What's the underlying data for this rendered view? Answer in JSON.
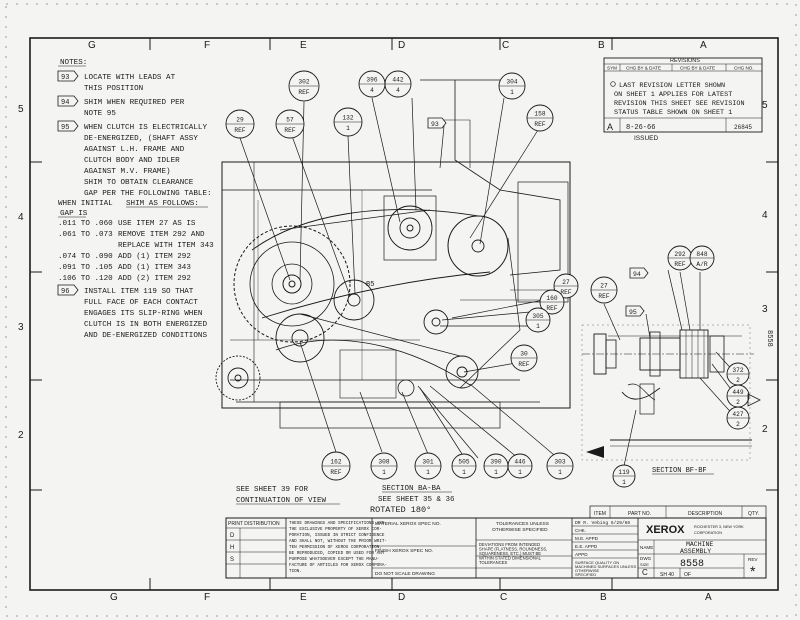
{
  "zone_letters": [
    "G",
    "F",
    "E",
    "D",
    "C",
    "B",
    "A"
  ],
  "zone_numbers_right": [
    "5",
    "4",
    "3",
    "2"
  ],
  "zone_numbers_left": [
    "5",
    "4",
    "3",
    "2"
  ],
  "notes": {
    "heading": "NOTES:",
    "n93_flag": "93",
    "n93": [
      "LOCATE WITH LEADS AT",
      "THIS POSITION"
    ],
    "n94_flag": "94",
    "n94": [
      "SHIM WHEN REQUIRED PER",
      "NOTE 95"
    ],
    "n95_flag": "95",
    "n95": [
      "WHEN CLUTCH IS ELECTRICALLY",
      "DE-ENERGIZED, (SHAFT ASSY",
      "AGAINST L.H. FRAME AND",
      "CLUTCH BODY AND IDLER",
      "AGAINST M.V. FRAME)",
      "SHIM TO OBTAIN CLEARANCE",
      "GAP PER THE FOLLOWING TABLE:"
    ],
    "gap_col1_head": [
      "WHEN INITIAL",
      "GAP IS"
    ],
    "gap_col2_head": "SHIM AS FOLLOWS:",
    "gap_rows": [
      {
        "gap": ".011 TO .060",
        "shim": [
          "USE ITEM 27 AS IS"
        ]
      },
      {
        "gap": ".061 TO .073",
        "shim": [
          "REMOVE ITEM 292 AND",
          "REPLACE WITH ITEM 343"
        ]
      },
      {
        "gap": ".074 TO .090",
        "shim": [
          "ADD (1) ITEM 292"
        ]
      },
      {
        "gap": ".091 TO .105",
        "shim": [
          "ADD (1) ITEM 343"
        ]
      },
      {
        "gap": ".106 TO .120",
        "shim": [
          "ADD (2) ITEM 292"
        ]
      }
    ],
    "n96_flag": "96",
    "n96": [
      "INSTALL ITEM 119 SO THAT",
      "FULL FACE OF EACH CONTACT",
      "ENGAGES ITS SLIP-RING WHEN",
      "CLUTCH IS IN BOTH ENERGIZED",
      "AND DE-ENERGIZED CONDITIONS"
    ]
  },
  "revisions": {
    "title": "REVISIONS",
    "headers": [
      "SYM",
      "CHG BY & DATE",
      "CHG BY & DATE",
      "CHG NO."
    ],
    "note": [
      "LAST REVISION LETTER SHOWN",
      "ON SHEET 1 APPLIES FOR LATEST",
      "REVISION THIS SHEET SEE REVISION",
      "STATUS TABLE SHOWN ON SHEET 1"
    ],
    "row": {
      "sym": "A",
      "chg": "8-26-66",
      "chg_no": "26845"
    },
    "issued": "ISSUED"
  },
  "balloons": {
    "b302": [
      "302",
      "REF"
    ],
    "b396": [
      "396",
      "4"
    ],
    "b442": [
      "442",
      "4"
    ],
    "b304": [
      "304",
      "1"
    ],
    "b29": [
      "29",
      "REF"
    ],
    "b57": [
      "57",
      "REF"
    ],
    "b132": [
      "132",
      "1"
    ],
    "b158": [
      "158",
      "REF"
    ],
    "b27a": [
      "27",
      "REF"
    ],
    "b160": [
      "160",
      "REF"
    ],
    "b305": [
      "305",
      "1"
    ],
    "b30": [
      "30",
      "REF"
    ],
    "b162": [
      "162",
      "REF"
    ],
    "b308": [
      "308",
      "1"
    ],
    "b301": [
      "301",
      "1"
    ],
    "b505": [
      "505",
      "1"
    ],
    "b390": [
      "390",
      "1"
    ],
    "b446": [
      "446",
      "1"
    ],
    "b303": [
      "303",
      "1"
    ],
    "b27b": [
      "27",
      "REF"
    ],
    "b292": [
      "292",
      "REF"
    ],
    "b848": [
      "848",
      "A/R"
    ],
    "b372": [
      "372",
      "2"
    ],
    "b449": [
      "449",
      "2"
    ],
    "b427": [
      "427",
      "2"
    ],
    "b119": [
      "119",
      "1"
    ]
  },
  "flags": {
    "f93": "93",
    "f94": "94",
    "f95": "95"
  },
  "labels": {
    "b5": "B5",
    "see_sheet_39": [
      "SEE SHEET 39 FOR",
      "CONTINUATION OF VIEW"
    ],
    "section_ba": [
      "SECTION BA-BA",
      "SEE SHEET 35 & 36"
    ],
    "rotated": "ROTATED 180°",
    "section_bf": "SECTION BF-BF",
    "side_zone": "8558"
  },
  "title_block": {
    "print_distribution": "PRINT DISTRIBUTION",
    "dist_letters": [
      "D",
      "H",
      "S"
    ],
    "proprietary": [
      "THESE DRAWINGS AND SPECIFICATIONS ARE",
      "THE EXCLUSIVE PROPERTY OF XEROX COR-",
      "PORATION, ISSUED IN STRICT CONFIDENCE",
      "AND SHALL NOT, WITHOUT THE PRIOR WRIT-",
      "TEN PERMISSION OF XEROX CORPORATION,",
      "BE REPRODUCED, COPIED OR USED FOR ANY",
      "PURPOSE WHATSOEVER EXCEPT THE MANU-",
      "FACTURE OF ARTICLES FOR XEROX CORPORA-",
      "TION."
    ],
    "material_spec": "MATERIAL XEROX SPEC NO.",
    "finish_spec": "FINISH XEROX SPEC NO.",
    "do_not_scale": "DO NOT SCALE DRAWING",
    "tolerances": [
      "TOLERANCES UNLESS",
      "OTHERWISE SPECIFIED"
    ],
    "deviations": [
      "DEVIATIONS FROM INTENDED",
      "SHAPE (FLATNESS, ROUNDNESS,",
      "SQUARENESS, ETC.) MUST BE",
      "WITHIN STATED DIMENSIONAL",
      "TOLERANCES"
    ],
    "surface": [
      "SURFACE QUALITY ON",
      "MACHINED SURFACES UNLESS",
      "OTHERWISE",
      "SPECIFIED"
    ],
    "dr": "DR R. Vebing 6/29/66",
    "chk": "CHK.",
    "me_appd": "M.E. APPD",
    "ee_appd": "E.E. APPD",
    "appd": "APPD",
    "item": "ITEM",
    "part_no": "PART NO.",
    "description": "DESCRIPTION",
    "qty": "QTY.",
    "company": "XEROX",
    "company_sub": "CORPORATION",
    "address": "ROCHESTER 3, NEW YORK",
    "name_label": "NAME",
    "name": [
      "MACHINE",
      "ASSEMBLY"
    ],
    "dwg_label": "DWG",
    "size": "C",
    "dwg_no": "8558",
    "rev_label": "REV",
    "rev": "*",
    "sheet": "SH 40",
    "of": "OF",
    "size_label": "SIZE"
  }
}
